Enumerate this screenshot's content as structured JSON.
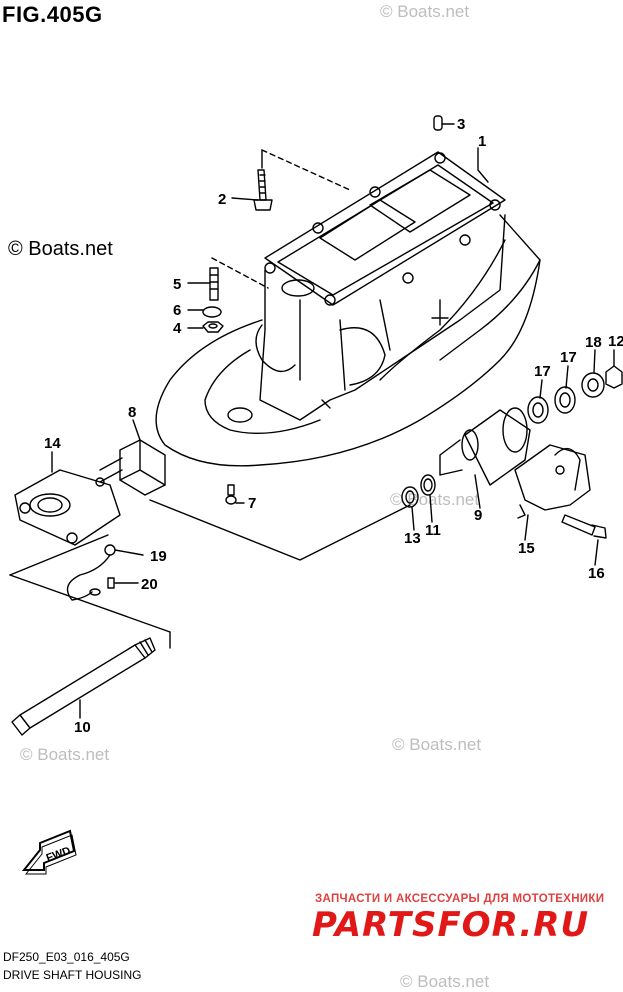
{
  "figure": {
    "title": "FIG.405G",
    "model_code": "DF250_E03_016_405G",
    "caption": "DRIVE SHAFT HOUSING",
    "direction_label": "FWD"
  },
  "watermarks": {
    "main": "© Boats.net",
    "faint": "© Boats.net"
  },
  "promo": {
    "tagline": "ЗАПЧАСТИ И АКСЕССУАРЫ ДЛЯ МОТОТЕХНИКИ",
    "brand": "PARTSFOR.RU"
  },
  "callouts": [
    "1",
    "2",
    "3",
    "4",
    "5",
    "6",
    "7",
    "8",
    "9",
    "10",
    "11",
    "12",
    "13",
    "14",
    "15",
    "16",
    "17",
    "17",
    "18",
    "19",
    "20"
  ],
  "colors": {
    "line": "#000000",
    "watermark": "#bdbdbd",
    "promo": "#e01818"
  }
}
